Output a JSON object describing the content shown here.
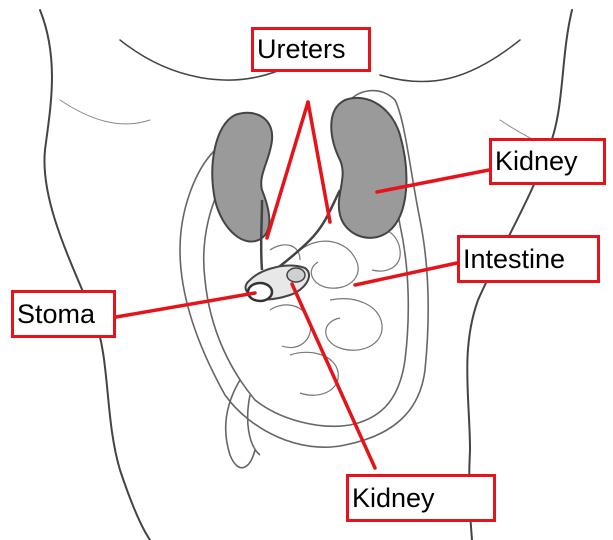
{
  "labels": {
    "ureters": "Ureters",
    "kidney_right": "Kidney",
    "intestine": "Intestine",
    "stoma": "Stoma",
    "kidney_bottom": "Kidney"
  },
  "colors": {
    "callout": "#e5141b",
    "sketch": "#555555",
    "kidney_fill": "#9a9a9a"
  }
}
